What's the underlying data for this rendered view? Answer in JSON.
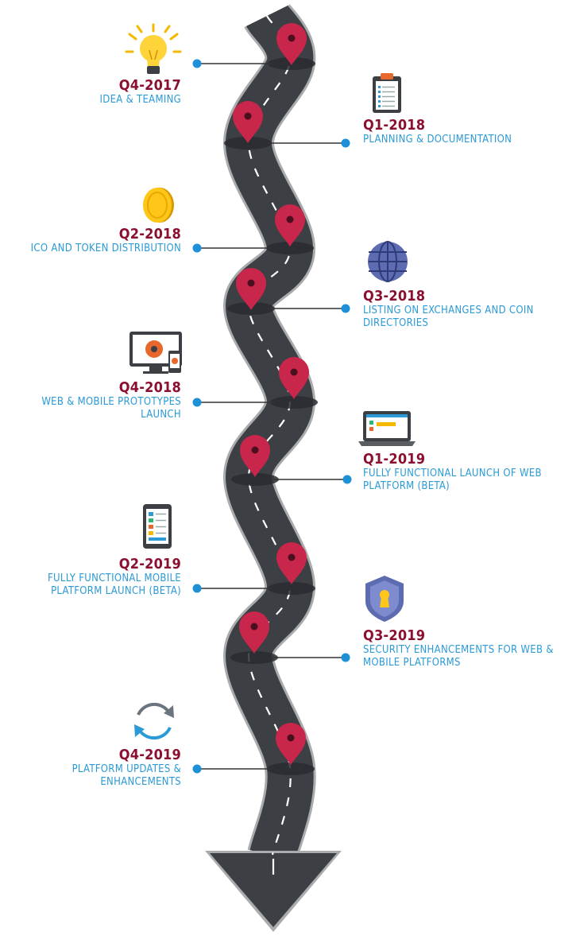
{
  "colors": {
    "road": "#3c3f44",
    "road_edge": "#a9abad",
    "road_dash": "#ffffff",
    "pin": "#c8264a",
    "pin_dot": "#4a1020",
    "quarter": "#8b0f2e",
    "description": "#2b9ad6",
    "connector": "#333333",
    "dot": "#1e90d6"
  },
  "milestones": [
    {
      "id": "q4-2017",
      "quarter": "Q4-2017",
      "description": "IDEA & TEAMING",
      "side": "left",
      "icon": "lightbulb-icon"
    },
    {
      "id": "q1-2018",
      "quarter": "Q1-2018",
      "description": "PLANNING & DOCUMENTATION",
      "side": "right",
      "icon": "clipboard-icon"
    },
    {
      "id": "q2-2018",
      "quarter": "Q2-2018",
      "description": "ICO AND TOKEN DISTRIBUTION",
      "side": "left",
      "icon": "coin-icon"
    },
    {
      "id": "q3-2018",
      "quarter": "Q3-2018",
      "description": "LISTING ON EXCHANGES AND COIN DIRECTORIES",
      "side": "right",
      "icon": "globe-icon"
    },
    {
      "id": "q4-2018",
      "quarter": "Q4-2018",
      "description": "WEB & MOBILE PROTOTYPES LAUNCH",
      "side": "left",
      "icon": "monitor-gear-icon"
    },
    {
      "id": "q1-2019",
      "quarter": "Q1-2019",
      "description": "FULLY FUNCTIONAL LAUNCH OF WEB PLATFORM (BETA)",
      "side": "right",
      "icon": "laptop-icon"
    },
    {
      "id": "q2-2019",
      "quarter": "Q2-2019",
      "description": "FULLY FUNCTIONAL MOBILE PLATFORM LAUNCH (BETA)",
      "side": "left",
      "icon": "tablet-icon"
    },
    {
      "id": "q3-2019",
      "quarter": "Q3-2019",
      "description": "SECURITY ENHANCEMENTS FOR WEB & MOBILE PLATFORMS",
      "side": "right",
      "icon": "shield-lock-icon"
    },
    {
      "id": "q4-2019",
      "quarter": "Q4-2019",
      "description": "PLATFORM UPDATES & ENHANCEMENTS",
      "side": "left",
      "icon": "refresh-icon"
    }
  ]
}
